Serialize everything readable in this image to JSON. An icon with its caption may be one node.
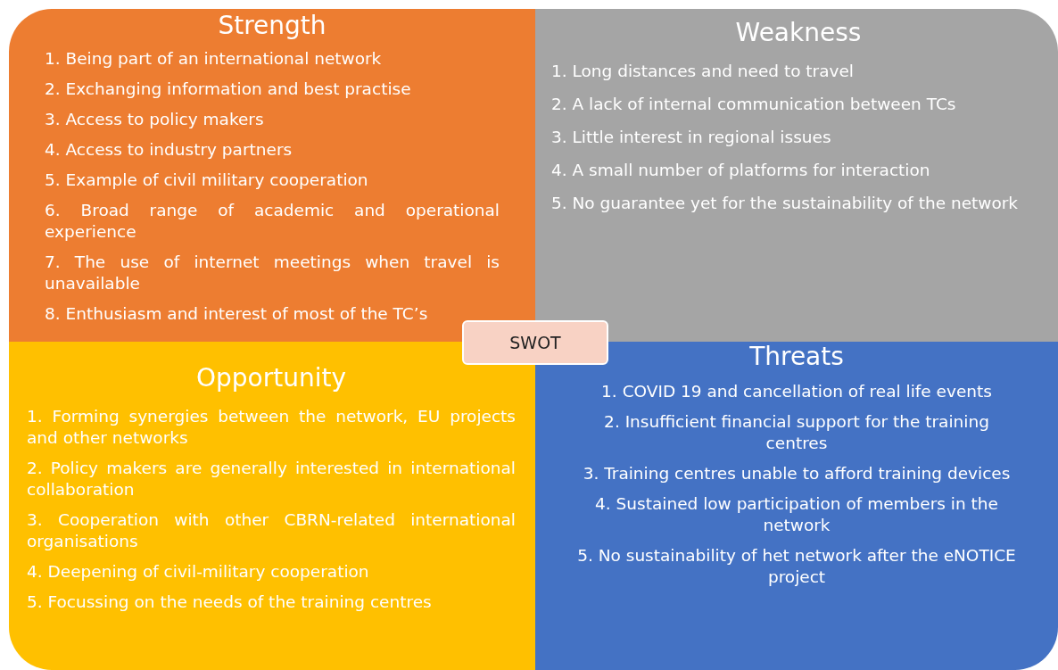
{
  "diagram": {
    "nodes": [
      {
        "text": [
          "Strength",
          "1. Being part of an international network",
          "2. Exchanging information and best practise",
          "3. Access to policy makers",
          "4. Access to industry partners",
          "5. Example of civil military cooperation",
          "6. Broad range of academic and operational experience",
          "7. The use of internet meetings when travel is unavailable",
          "8. Enthusiasm and interest of most of the TC’s"
        ]
      },
      {
        "text": [
          "Weakness",
          "1. Long distances and need to travel",
          "2. A lack of internal communication between TCs",
          "3. Little interest in regional issues",
          "4. A small number of platforms for interaction",
          "5. No guarantee yet for the sustainability of the network"
        ]
      },
      {
        "text": [
          "SWOT"
        ]
      },
      {
        "text": [
          "Opportunity",
          "1. Forming synergies between the network, EU projects and other networks",
          "2. Policy makers are generally interested in international collaboration",
          "3. Cooperation with other CBRN-related international organisations",
          "4. Deepening of civil-military cooperation",
          "5. Focussing on the needs of the training centres"
        ]
      },
      {
        "text": [
          "Threats",
          "1. COVID 19 and cancellation of real life events",
          "2. Insufficient financial support for the training centres",
          "3. Training centres unable to afford training devices",
          "4. Sustained low participation of members in the network",
          "5. No sustainability of het network after the eNOTICE project"
        ]
      }
    ]
  }
}
